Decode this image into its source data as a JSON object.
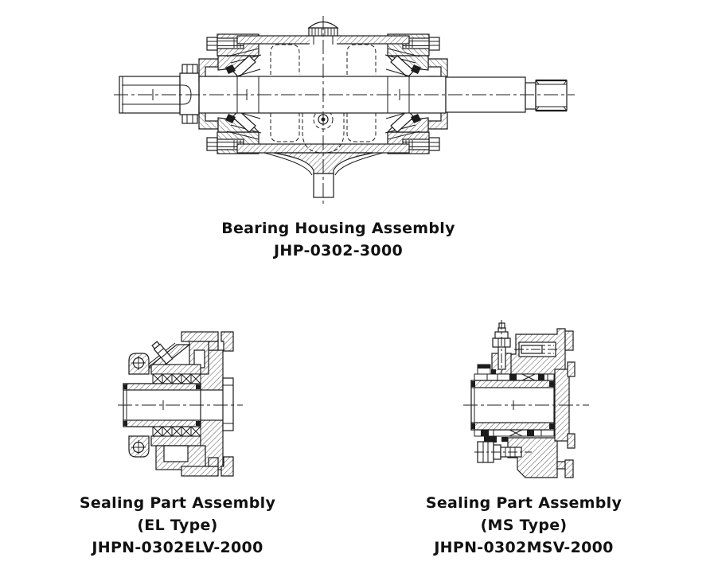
{
  "page": {
    "background": "#ffffff",
    "ink": "#1c1c1c",
    "description": "Technical drawing sheet with three sectional assembly drawings"
  },
  "figures": {
    "bearing_housing": {
      "title": "Bearing Housing Assembly",
      "code": "JHP-0302-3000"
    },
    "sealing_el": {
      "title": "Sealing Part Assembly",
      "type_label": "(EL Type)",
      "code": "JHPN-0302ELV-2000"
    },
    "sealing_ms": {
      "title": "Sealing Part Assembly",
      "type_label": "(MS Type)",
      "code": "JHPN-0302MSV-2000"
    }
  }
}
